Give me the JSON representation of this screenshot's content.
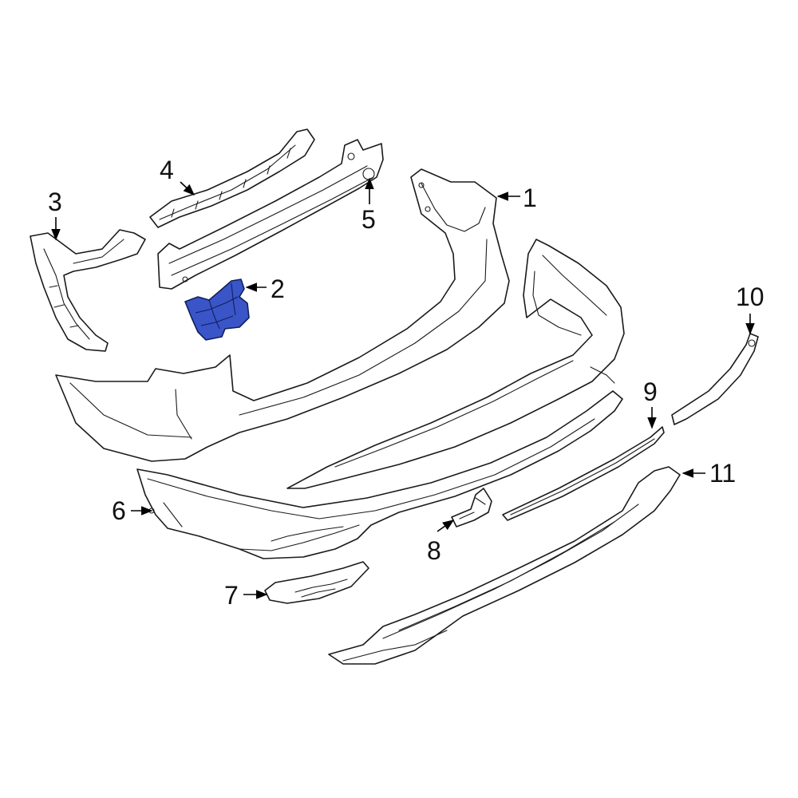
{
  "callouts": [
    {
      "id": "1",
      "label": "1"
    },
    {
      "id": "2",
      "label": "2"
    },
    {
      "id": "3",
      "label": "3"
    },
    {
      "id": "4",
      "label": "4"
    },
    {
      "id": "5",
      "label": "5"
    },
    {
      "id": "6",
      "label": "6"
    },
    {
      "id": "7",
      "label": "7"
    },
    {
      "id": "8",
      "label": "8"
    },
    {
      "id": "9",
      "label": "9"
    },
    {
      "id": "10",
      "label": "10"
    },
    {
      "id": "11",
      "label": "11"
    }
  ],
  "colors": {
    "highlight": "#3a55c8",
    "line": "#1a1a1a",
    "background": "#ffffff"
  }
}
